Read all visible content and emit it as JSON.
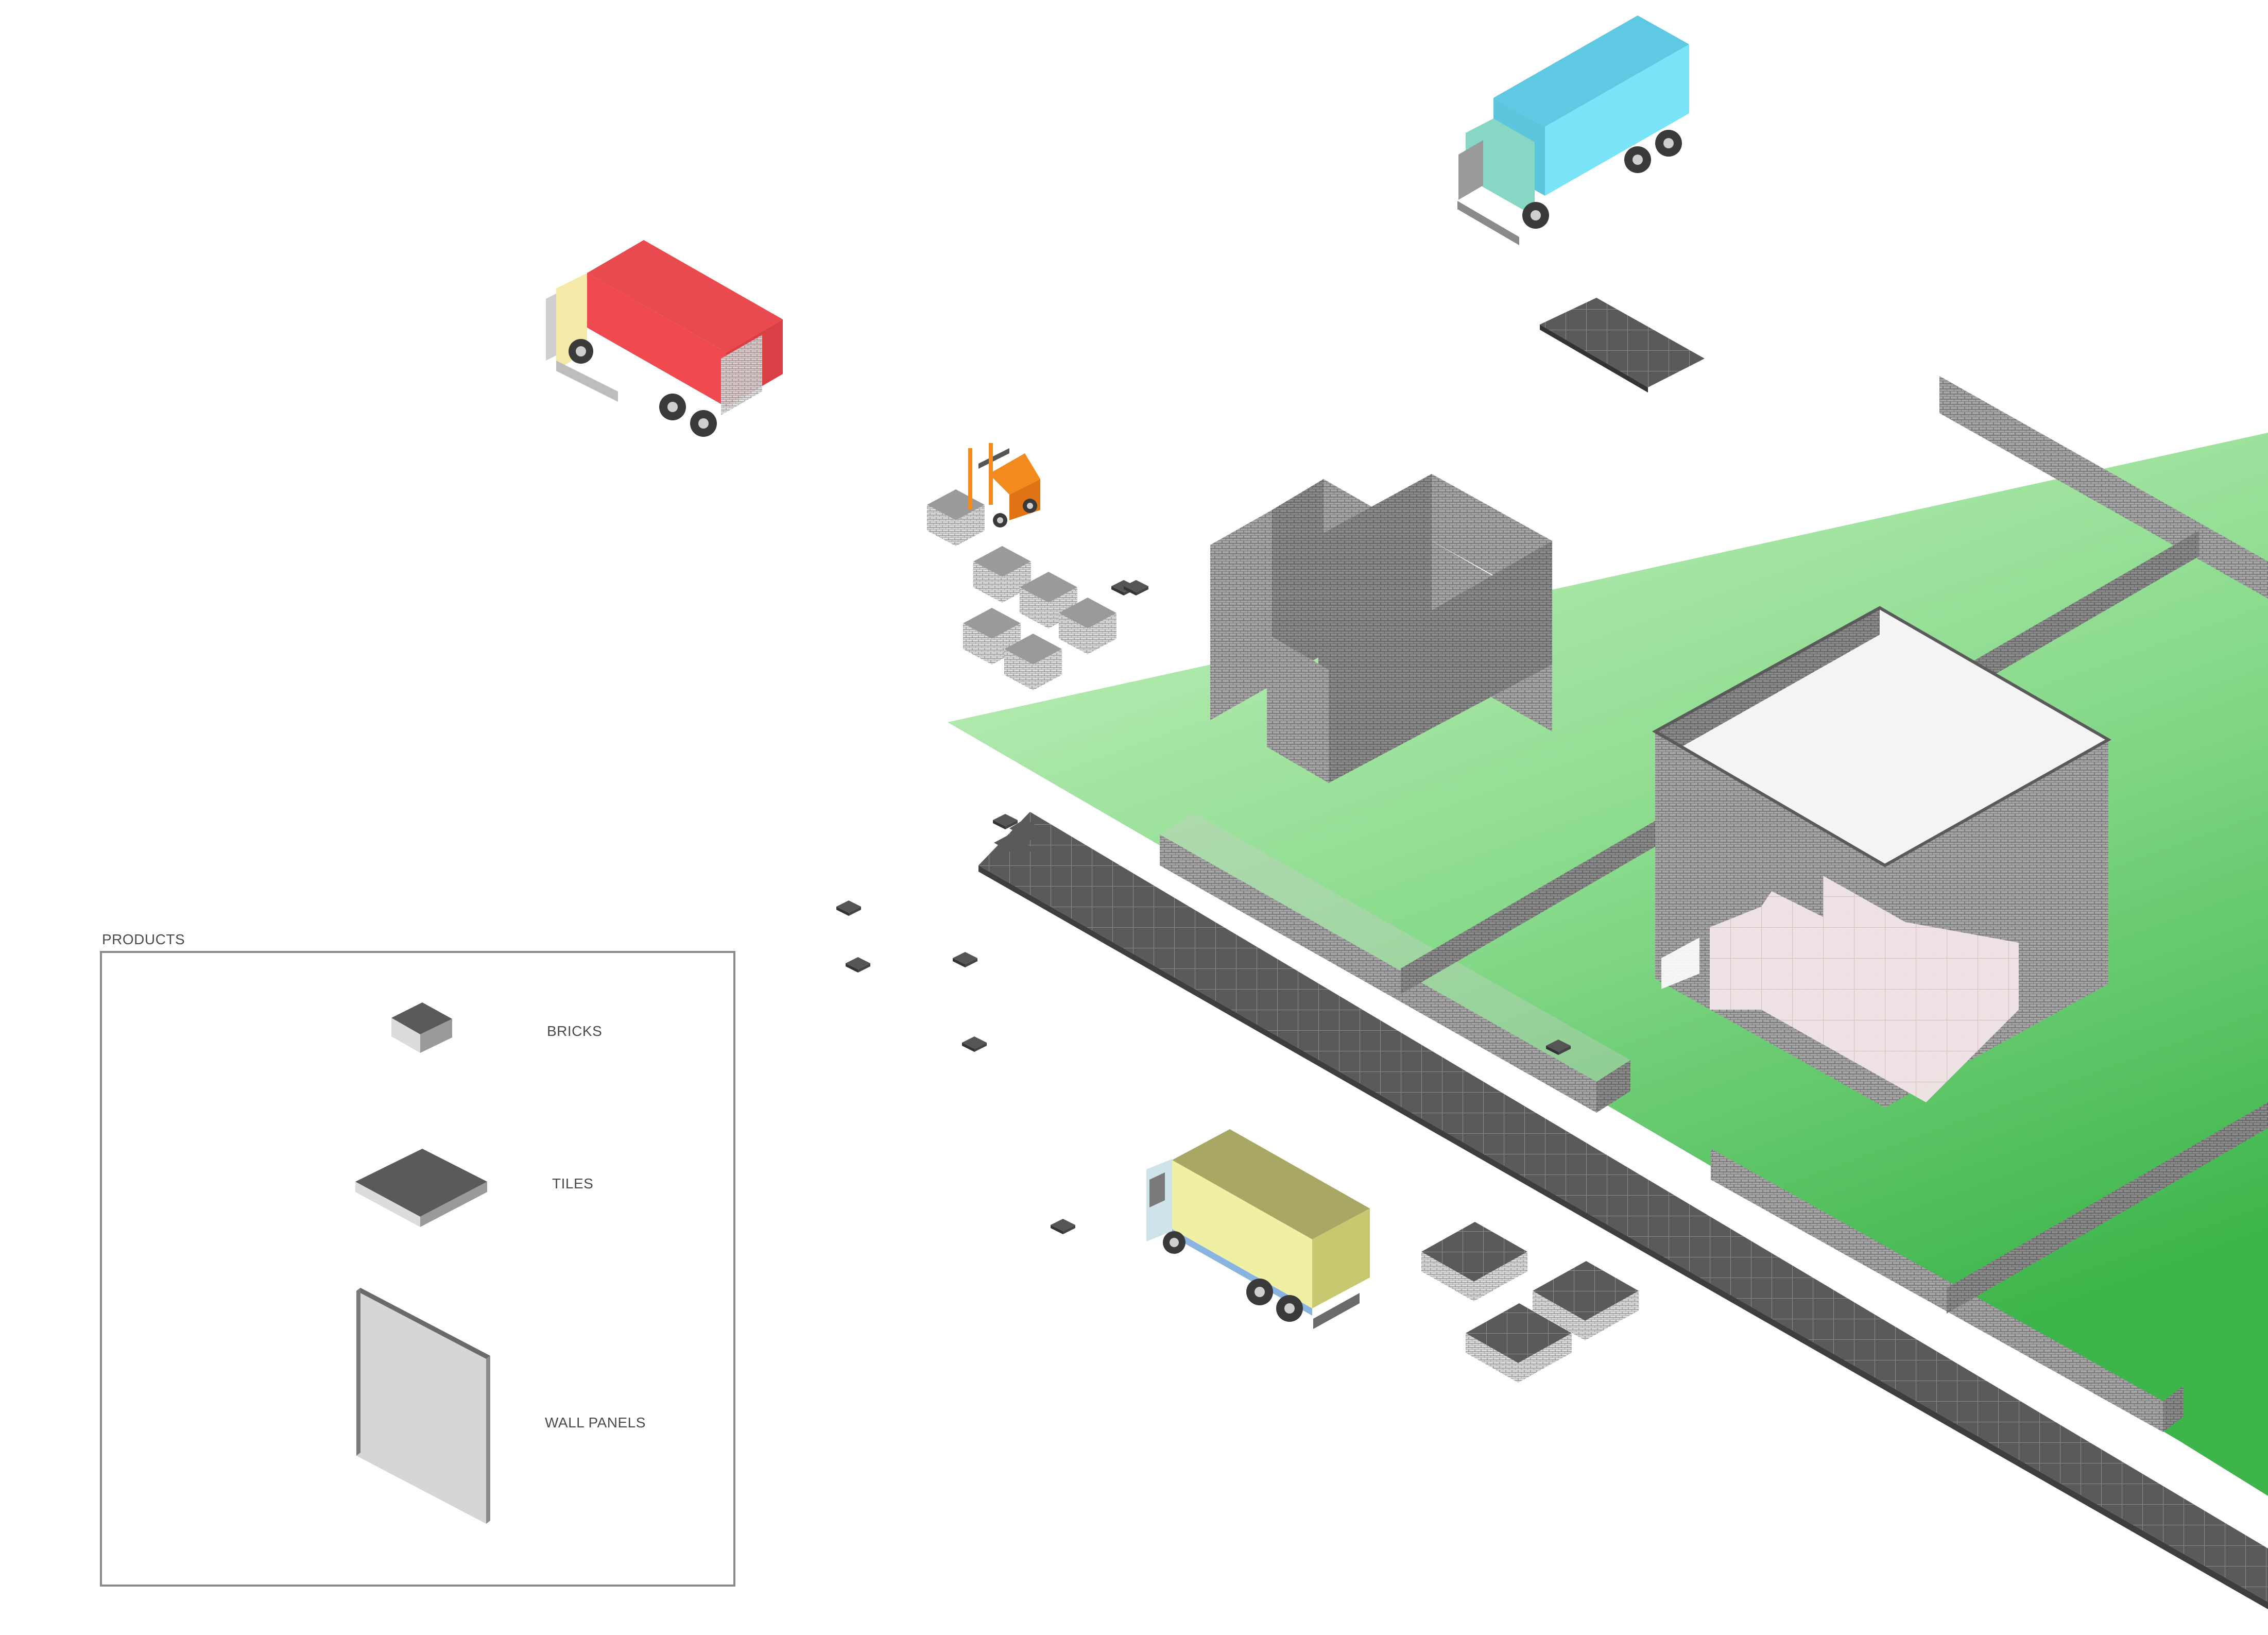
{
  "legend": {
    "title": "PRODUCTS",
    "items": [
      {
        "label": "BRICKS",
        "icon": "brick-icon"
      },
      {
        "label": "TILES",
        "icon": "tile-icon"
      },
      {
        "label": "WALL PANELS",
        "icon": "wall-panel-icon"
      }
    ]
  },
  "colors": {
    "ground_light": "#c8f2c0",
    "ground_dark": "#43b94e",
    "tile_dark": "#5a5a5a",
    "wall_grey": "#9a9a9a",
    "panel_pink": "#f2e4e6",
    "truck_red": "#f0494f",
    "truck_cyan": "#6fdcf2",
    "truck_olive": "#a8a864",
    "forklift_orange": "#f28a1e"
  }
}
